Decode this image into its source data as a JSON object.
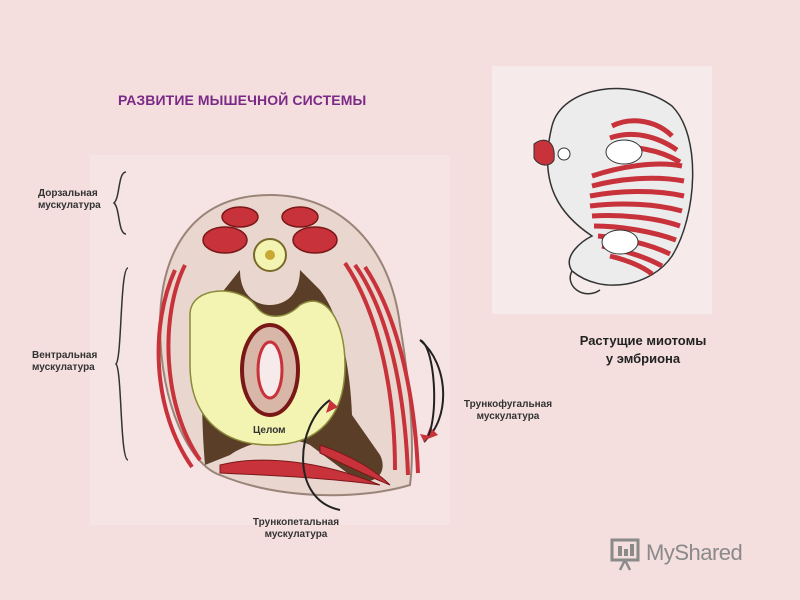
{
  "slide": {
    "title": "РАЗВИТИЕ МЫШЕЧНОЙ СИСТЕМЫ",
    "labels": {
      "dorsal_line1": "Дорзальная",
      "dorsal_line2": "мускулатура",
      "ventral_line1": "Вентральная",
      "ventral_line2": "мускулатура",
      "truncofugal_line1": "Трункофугальная",
      "truncofugal_line2": "мускулатура",
      "truncopetal_line1": "Трункопетальная",
      "truncopetal_line2": "мускулатура",
      "coelom": "Целом"
    },
    "embryo_caption_line1": "Растущие миотомы",
    "embryo_caption_line2": "у эмбриона",
    "watermark": "MyShared"
  },
  "colors": {
    "background": "#f4dede",
    "title": "#7a2a86",
    "muscle": "#c8323a",
    "dark_tissue": "#4a2e14",
    "coelom_fill": "#f4f4b2",
    "arrow": "#c8323a"
  },
  "icons": {
    "watermark_logo": "presentation-board-icon"
  }
}
